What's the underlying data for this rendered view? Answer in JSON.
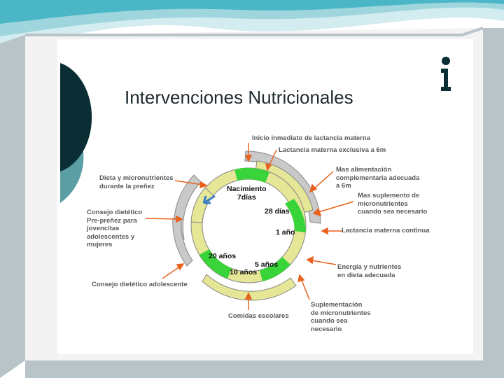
{
  "title": "Intervenciones Nutricionales",
  "colors": {
    "frame": "#b9c4c8",
    "dark_teal": "#0b2e35",
    "teal": "#5b9ea3",
    "gray_ring": "#c9c9c9",
    "yellow_ring": "#e6e697",
    "green_ring": "#39d33a",
    "arrow": "#e8621e",
    "blue_arrow": "#3b7fc6"
  },
  "icons": {
    "logo": "info-i-icon"
  },
  "center": {
    "nacimiento": "Nacimiento\n7días",
    "d28": "28 días",
    "a1": "1 año",
    "a5": "5 años",
    "a10": "10 años",
    "a20": "20 años"
  },
  "labels": {
    "inicio": "Inicio inmediato de lactancia materna",
    "exclusiva": "Lactancia materna exclusiva a 6m",
    "mas_alimentacion": "Mas alimentación\ncomplementaria adecuada\na 6m",
    "mas_suplemento": "Mas suplemento de\nmicronutrientes\ncuando sea necesario",
    "lactancia_continua": "Lactancia materna continua",
    "energia": "Energía y nutrientes\nen dieta adecuada",
    "suplementacion": "Suplementación\nde micronutrientes\ncuando sea\nnecesario",
    "comidas": "Comidas escolares",
    "consejo_adolescente": "Consejo dietético adolescente",
    "consejo_preprenez": "Consejo dietético\nPre-preñez para\njovencitas\nadolescentes y\nmujeres",
    "dieta_micro": "Dieta y micronutrientes\ndurante la preñez"
  }
}
